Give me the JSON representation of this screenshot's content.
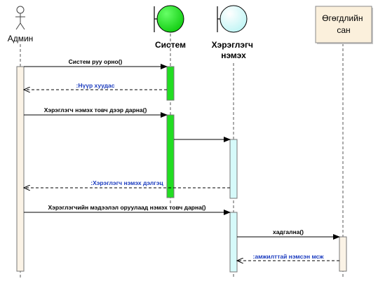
{
  "diagram": {
    "type": "sequence",
    "participants": [
      {
        "id": "admin",
        "kind": "actor",
        "label": "Админ"
      },
      {
        "id": "system",
        "kind": "boundary",
        "label": "Систем"
      },
      {
        "id": "add_user",
        "kind": "boundary",
        "label_lines": [
          "Хэрэглэгч",
          "нэмэх"
        ]
      },
      {
        "id": "database",
        "kind": "entity-box",
        "label_lines": [
          "Өгөгдлийн",
          "сан"
        ]
      }
    ],
    "messages": [
      {
        "from": "admin",
        "to": "system",
        "kind": "call",
        "label": "Систем руу орно()"
      },
      {
        "from": "system",
        "to": "admin",
        "kind": "return",
        "label": ":Нүүр хуудас"
      },
      {
        "from": "admin",
        "to": "system",
        "kind": "call",
        "label": "Хэрэглэгч нэмэх товч дээр дарна()"
      },
      {
        "from": "system",
        "to": "add_user",
        "kind": "call",
        "label": ""
      },
      {
        "from": "add_user",
        "to": "admin",
        "kind": "return",
        "label": ":Хэрэглэгч нэмэх дэлгэц"
      },
      {
        "from": "admin",
        "to": "add_user",
        "kind": "call",
        "label": "Хэрэглэгчийн мэдээлэл оруулаад нэмэх товч дарна()"
      },
      {
        "from": "add_user",
        "to": "database",
        "kind": "call",
        "label": "хадгална()"
      },
      {
        "from": "database",
        "to": "add_user",
        "kind": "return",
        "label": ":амжилттай нэмсэн мсж"
      }
    ],
    "colors": {
      "system_fill": "#22dd22",
      "add_user_fill": "#d6fafa",
      "database_fill": "#fbf0dc",
      "admin_activation_fill": "#fbf3e6",
      "return_text": "#1a3bbf"
    }
  }
}
